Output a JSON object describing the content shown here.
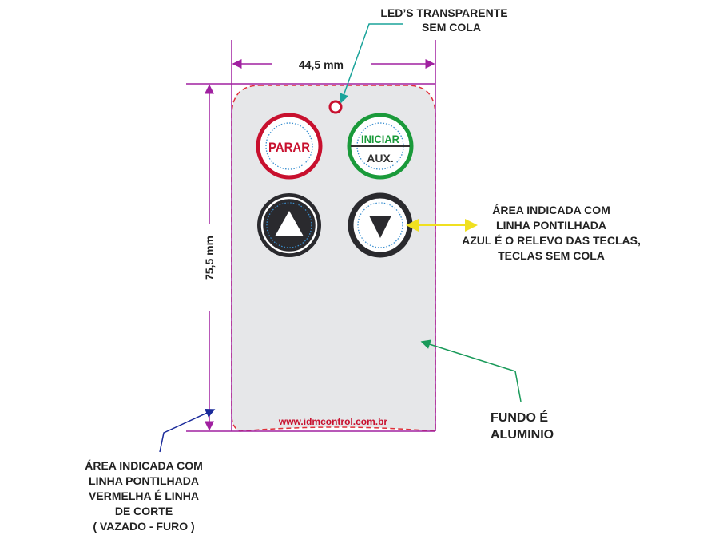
{
  "callouts": {
    "led": [
      "LED’S TRANSPARENTE",
      "SEM COLA"
    ],
    "relief": [
      "ÁREA INDICADA COM",
      "LINHA PONTILHADA",
      "AZUL É O RELEVO DAS TECLAS,",
      "TECLAS SEM COLA"
    ],
    "background": [
      "FUNDO É",
      "ALUMINIO"
    ],
    "cut_line": [
      "ÁREA INDICADA COM",
      "LINHA PONTILHADA",
      "VERMELHA É LINHA",
      "DE CORTE",
      "( VAZADO - FURO )"
    ]
  },
  "dimensions": {
    "width": "44,5 mm",
    "height": "75,5 mm"
  },
  "keys": {
    "stop": "PARAR",
    "start": "INICIAR",
    "aux": "AUX."
  },
  "url": "www.idmcontrol.com.br",
  "icons": {
    "up": "triangle-up-icon",
    "down": "triangle-down-icon"
  },
  "colors": {
    "cut_line": "#e0303a",
    "dimension": "#a020a0",
    "relief": "#3a8fd0",
    "stop": "#c8102e",
    "start": "#1a9a3a",
    "panel": "#e6e7e9"
  }
}
